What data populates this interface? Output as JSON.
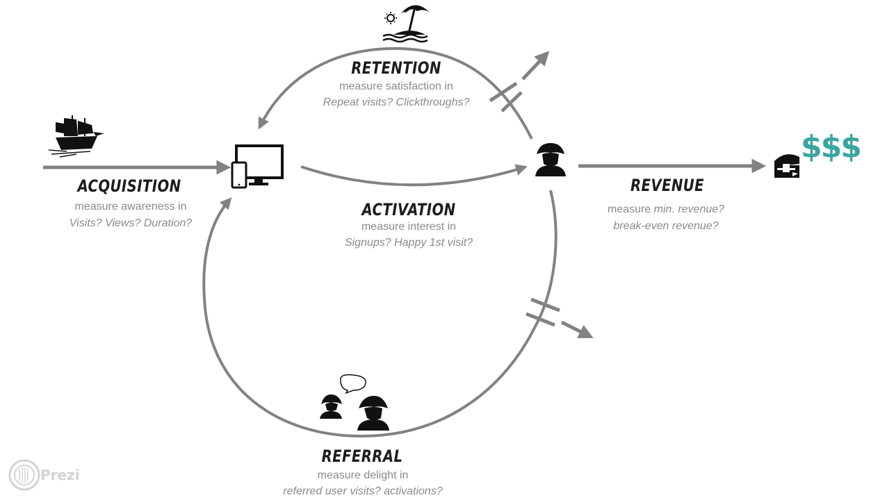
{
  "stages": {
    "retention": {
      "title": "RETENTION",
      "line1": "measure satisfaction in",
      "line2": "Repeat visits? Clickthroughs?"
    },
    "acquisition": {
      "title": "ACQUISITION",
      "line1": "measure awareness in",
      "line2": "Visits? Views? Duration?"
    },
    "activation": {
      "title": "ACTIVATION",
      "line1": "measure interest in",
      "line2": "Signups? Happy 1st visit?"
    },
    "revenue": {
      "title": "REVENUE",
      "line1_prefix": "measure",
      "line1_italic": "min. revenue?",
      "line2": "break-even revenue?"
    },
    "referral": {
      "title": "REFERRAL",
      "line1": "measure delight in",
      "line2": "referred user visits? activations?"
    }
  },
  "money": "$$$",
  "watermark": "Prezi",
  "icons": [
    "beach-umbrella-icon",
    "sailing-ship-icon",
    "computer-devices-icon",
    "pirate-user-icon",
    "treasure-chest-icon",
    "two-users-talking-icon",
    "prezi-logo-icon"
  ],
  "colors": {
    "arrow": "#828282",
    "text": "#8a8a8a",
    "heading": "#1d1d1d",
    "money": "#3aa6a0"
  }
}
